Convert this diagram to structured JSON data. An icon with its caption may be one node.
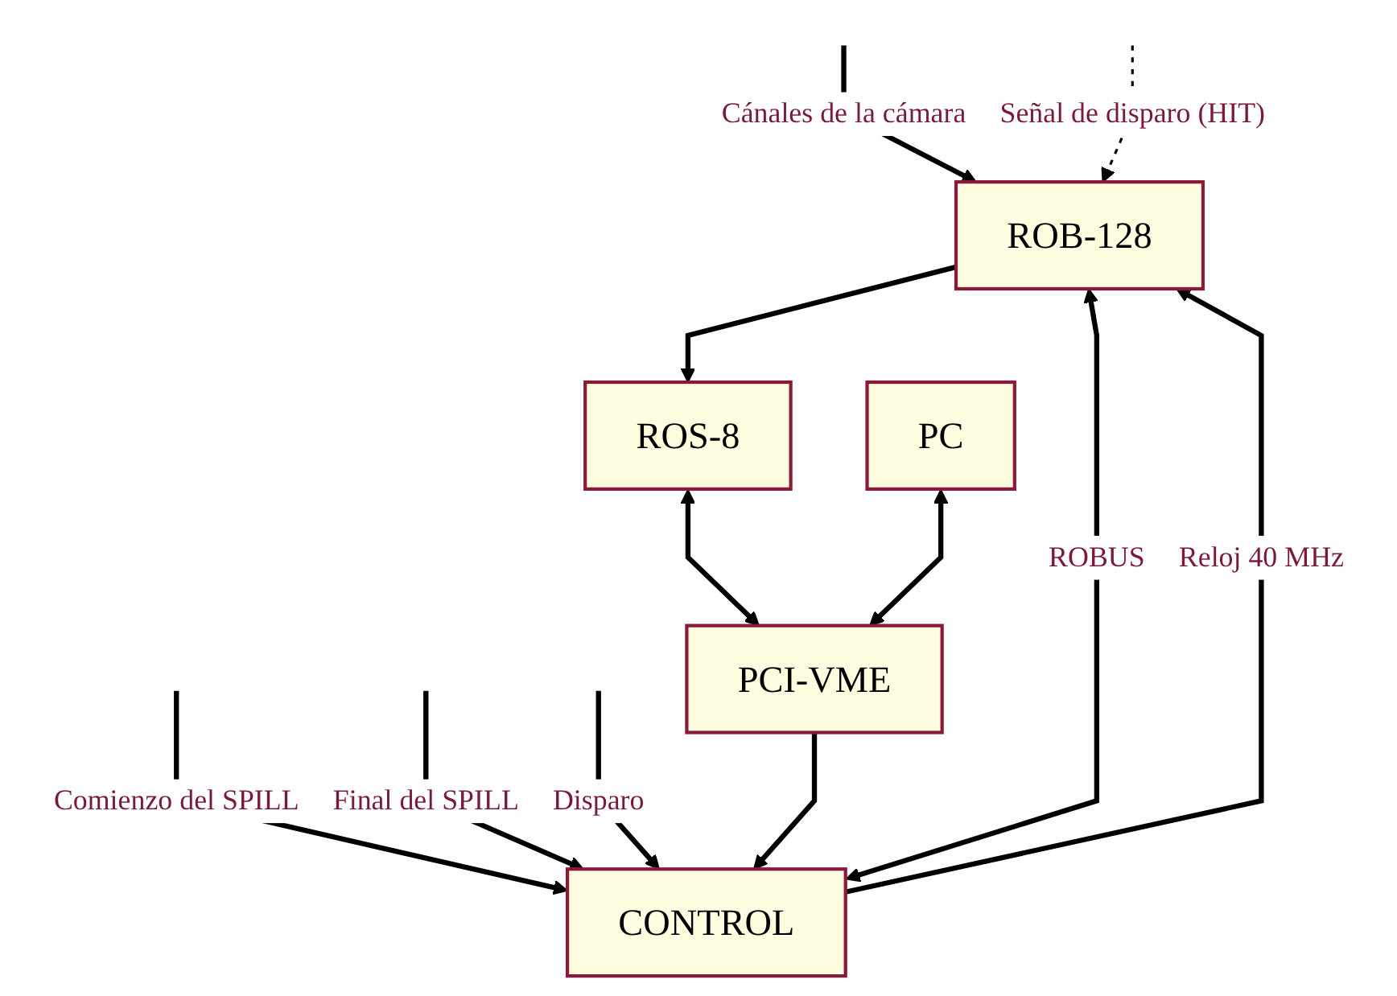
{
  "diagram": {
    "nodes": [
      {
        "text": [
          "ROB-128"
        ]
      },
      {
        "text": [
          "CONTROL"
        ]
      },
      {
        "text": [
          "ROS-8"
        ]
      },
      {
        "text": [
          "PC"
        ]
      },
      {
        "text": [
          "PCI-VME"
        ]
      }
    ],
    "edges": [
      {
        "from": null,
        "to": 0,
        "arrow": "to",
        "label": "Cánales de la cámara"
      },
      {
        "from": 1,
        "to": 0,
        "arrow": "both",
        "label": "ROBUS"
      },
      {
        "from": 1,
        "to": 0,
        "arrow": "to",
        "label": "Reloj 40 MHz"
      },
      {
        "from": null,
        "to": 1,
        "arrow": "to",
        "label": "Comienzo del SPILL"
      },
      {
        "from": null,
        "to": 1,
        "arrow": "to",
        "label": "Final del SPILL"
      },
      {
        "from": null,
        "to": 1,
        "arrow": "to",
        "label": "Disparo"
      },
      {
        "from": null,
        "to": 0,
        "arrow": "to",
        "label": "Señal de disparo (HIT)",
        "style": "dashed"
      },
      {
        "from": 0,
        "to": 2,
        "arrow": "to"
      },
      {
        "from": 2,
        "to": 4,
        "arrow": "both"
      },
      {
        "from": 4,
        "to": 1,
        "arrow": "to"
      },
      {
        "from": 3,
        "to": 4,
        "arrow": "both"
      }
    ]
  }
}
